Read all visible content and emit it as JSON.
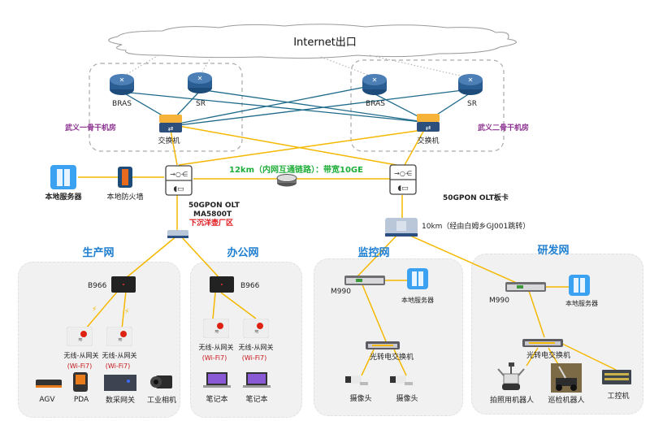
{
  "cloud": {
    "label": "Internet出口"
  },
  "rooms": {
    "left": {
      "label": "武义一骨干机房",
      "bras": "BRAS",
      "sr": "SR",
      "switch": "交换机"
    },
    "right": {
      "label": "武义二骨干机房",
      "bras": "BRAS",
      "sr": "SR",
      "switch": "交换机"
    }
  },
  "core": {
    "local_server": "本地服务器",
    "firewall": "本地防火墙",
    "olt_left": {
      "line1": "50GPON OLT",
      "line2": "MA5800T",
      "line3": "下沉洋壶厂区"
    },
    "olt_right": {
      "line1": "50GPON OLT板卡"
    },
    "link_label": "12km（内网互通链路）：带宽10GE",
    "splitter_label": "10km（经由白姆乡GJ001跳转）"
  },
  "zones": {
    "production": {
      "title": "生产网",
      "ont": "B966",
      "ap1": {
        "name": "无线-从网关",
        "tag": "(Wi-Fi7)"
      },
      "ap2": {
        "name": "无线-从网关",
        "tag": "(Wi-Fi7)"
      },
      "terminals": [
        "AGV",
        "PDA",
        "数采网关",
        "工业相机"
      ]
    },
    "office": {
      "title": "办公网",
      "ont": "B966",
      "ap1": {
        "name": "无线-从网关",
        "tag": "(Wi-Fi7)"
      },
      "ap2": {
        "name": "无线-从网关",
        "tag": "(Wi-Fi7)"
      },
      "terminals": [
        "笔记本",
        "笔记本"
      ]
    },
    "monitor": {
      "title": "监控网",
      "gateway": "M990",
      "server": "本地服务器",
      "switch": "光转电交换机",
      "terminals": [
        "摄像头",
        "摄像头"
      ]
    },
    "rnd": {
      "title": "研发网",
      "gateway": "M990",
      "server": "本地服务器",
      "switch": "光转电交换机",
      "terminals": [
        "拍照用机器人",
        "巡检机器人",
        "工控机"
      ]
    }
  },
  "colors": {
    "fiber": "#f5b800",
    "backbone": "#1e6a8a",
    "zone_title": "#1f7fd1",
    "room_label": "#8b2e8f",
    "link_label": "#1fae3a",
    "site_label": "#e0161b"
  }
}
